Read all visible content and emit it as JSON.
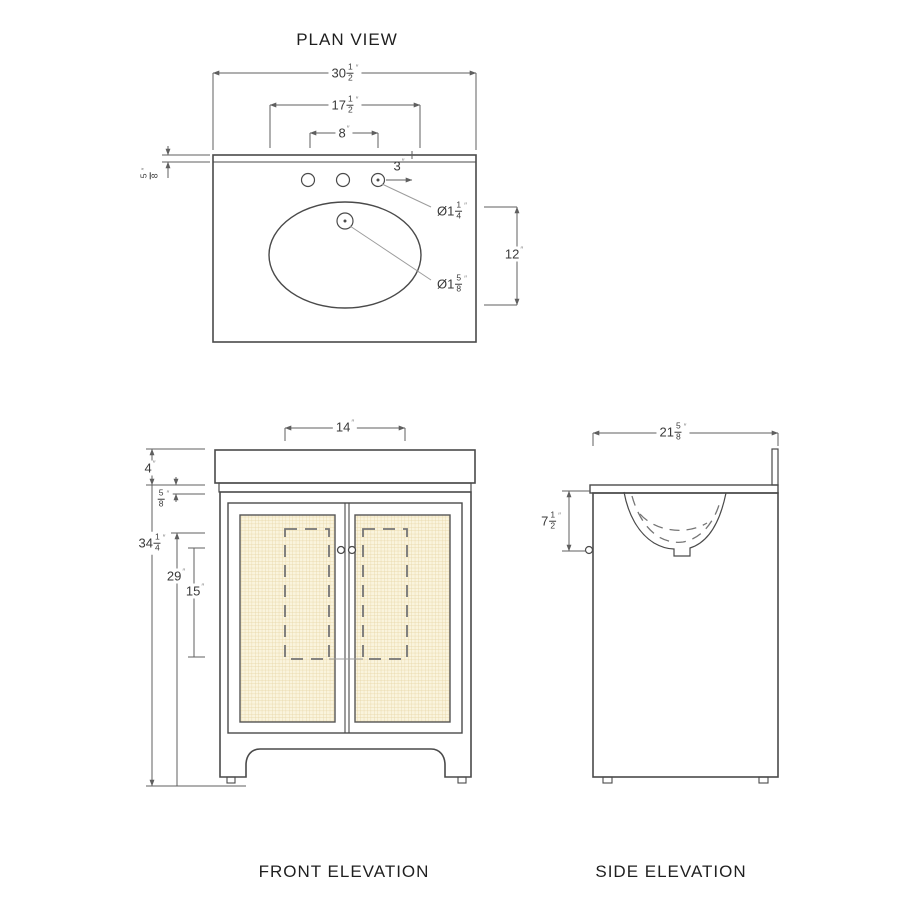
{
  "inch_mark": "″",
  "views": {
    "plan": {
      "title": "PLAN VIEW",
      "dims": {
        "overall_width": {
          "whole": "30",
          "num": "1",
          "den": "2"
        },
        "faucet_spread": {
          "whole": "17",
          "num": "1",
          "den": "2"
        },
        "faucet_spacing": {
          "whole": "8"
        },
        "splash_thickness": {
          "num": "5",
          "den": "8"
        },
        "hole_setback": {
          "whole": "3"
        },
        "faucet_hole_dia": {
          "prefix": "Ø",
          "whole": "1",
          "num": "1",
          "den": "4"
        },
        "drain_dia": {
          "prefix": "Ø",
          "whole": "1",
          "num": "5",
          "den": "8"
        },
        "bowl_front_back": {
          "whole": "12"
        }
      }
    },
    "front": {
      "title": "FRONT ELEVATION",
      "dims": {
        "cutout_width": {
          "whole": "14"
        },
        "counter_height": {
          "whole": "4"
        },
        "apron_reveal": {
          "num": "5",
          "den": "8"
        },
        "overall_height": {
          "whole": "34",
          "num": "1",
          "den": "4"
        },
        "cabinet_height": {
          "whole": "29"
        },
        "door_opening": {
          "whole": "15"
        }
      }
    },
    "side": {
      "title": "SIDE ELEVATION",
      "dims": {
        "overall_depth": {
          "whole": "21",
          "num": "5",
          "den": "8"
        },
        "bowl_drop": {
          "whole": "7",
          "num": "1",
          "den": "2"
        }
      }
    }
  },
  "colors": {
    "outline": "#4a4a4a",
    "dim_line": "#5f5f5f",
    "leader_line": "#9c9c9c",
    "dashed": "#757575",
    "cane_bg": "#faf4dd",
    "cane_grid": "#e6d3a1"
  }
}
